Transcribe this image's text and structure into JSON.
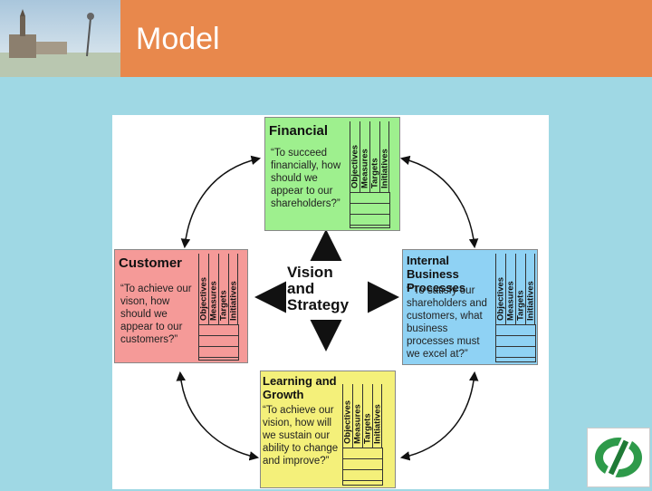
{
  "slide": {
    "title": "Model"
  },
  "diagram": {
    "center": {
      "lines": [
        "Vision",
        "and",
        "Strategy"
      ]
    },
    "column_labels": [
      "Objectives",
      "Measures",
      "Targets",
      "Initiatives"
    ],
    "financial": {
      "title": "Financial",
      "question": "“To succeed financially, how should we appear to our shareholders?”"
    },
    "customer": {
      "title": "Customer",
      "question": "“To achieve our vison, how should we appear to our customers?”"
    },
    "internal": {
      "title": "Internal Business Processes",
      "question": "““To satisfy our shareholders and customers, what business processes must we excel at?”"
    },
    "learning": {
      "title": "Learning and Growth",
      "question": "“To achieve our vision, how will we sustain our ability to change and improve?”"
    }
  },
  "colors": {
    "header": "#e8884c",
    "background": "#9fd8e4",
    "financial": "#9ef08e",
    "customer": "#f59a98",
    "internal": "#8fd2f4",
    "learning": "#f4f07a"
  }
}
